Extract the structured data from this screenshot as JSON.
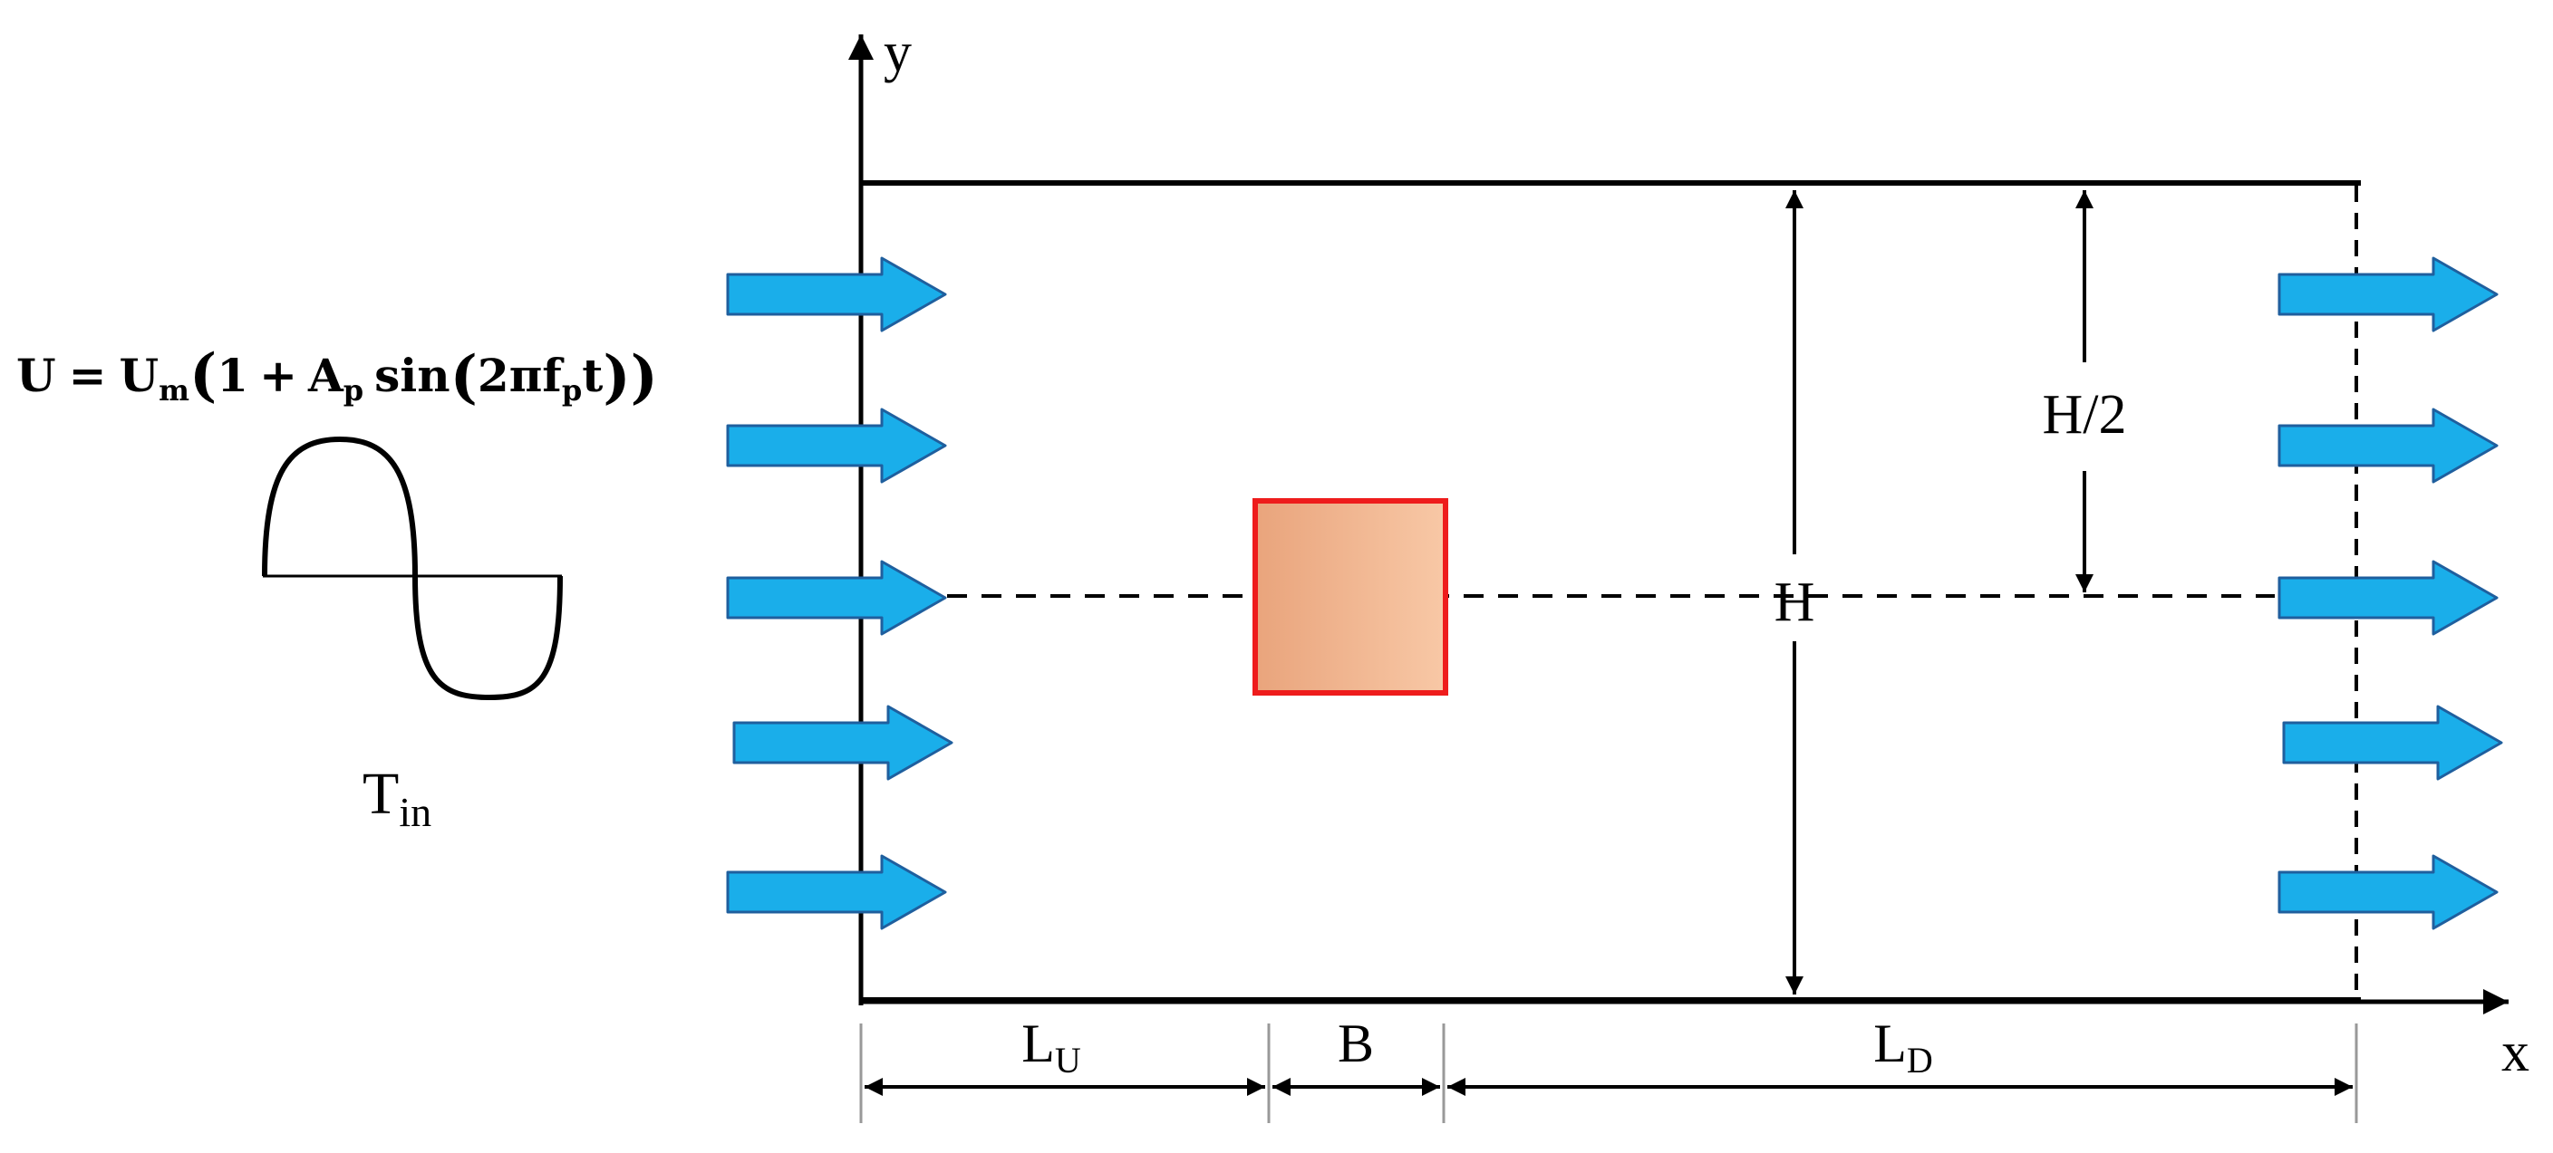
{
  "axes": {
    "x_label": "x",
    "y_label": "y"
  },
  "inlet": {
    "velocity": {
      "lhs": "U",
      "eq": "=",
      "um": "U",
      "um_sub": "m",
      "open1": "(",
      "one": "1",
      "plus": "+",
      "ap": "A",
      "ap_sub": "p",
      "sin": "sin",
      "open2": "(",
      "two_pi_f": "2πf",
      "fp_sub": "p",
      "t": "t",
      "close": "))"
    },
    "temperature": {
      "base": "T",
      "sub": "in"
    }
  },
  "dimensions": {
    "height": "H",
    "half_height": "H/2",
    "upstream": {
      "base": "L",
      "sub": "U"
    },
    "block": "B",
    "downstream": {
      "base": "L",
      "sub": "D"
    }
  },
  "colors": {
    "arrow_fill": "#1aaeea",
    "arrow_stroke": "#1f5f9e",
    "block_border": "#ee1c1c",
    "block_left": "#e9a47c",
    "block_right": "#f8c8a6"
  }
}
